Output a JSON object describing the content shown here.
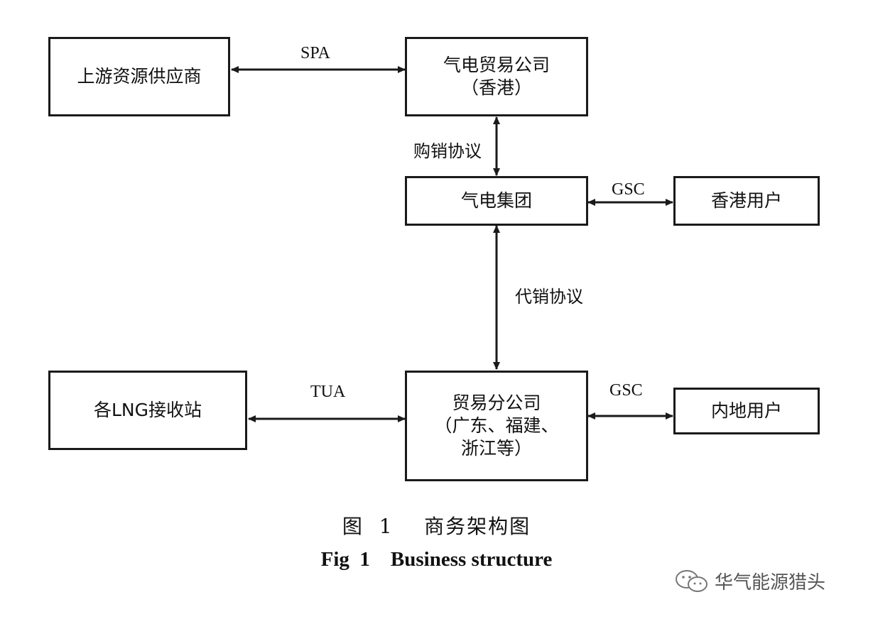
{
  "nodes": {
    "upstream": [
      "上游资源供应商"
    ],
    "hk_trading": [
      "气电贸易公司",
      "（香港）"
    ],
    "group": [
      "气电集团"
    ],
    "hk_users": [
      "香港用户"
    ],
    "lng_terminals": [
      "各LNG接收站"
    ],
    "branches": [
      "贸易分公司",
      "（广东、福建、",
      "浙江等）"
    ],
    "mainland_users": [
      "内地用户"
    ]
  },
  "edges": {
    "spa": "SPA",
    "purchase_sales": "购销协议",
    "gsc_hk": "GSC",
    "agency_sales": "代销协议",
    "tua": "TUA",
    "gsc_mainland": "GSC"
  },
  "caption": {
    "cn": "图  1    商务架构图",
    "en": "Fig  1    Business structure"
  },
  "watermark": "华气能源猎头",
  "colors": {
    "line": "#1a1a1a",
    "text": "#111111"
  }
}
